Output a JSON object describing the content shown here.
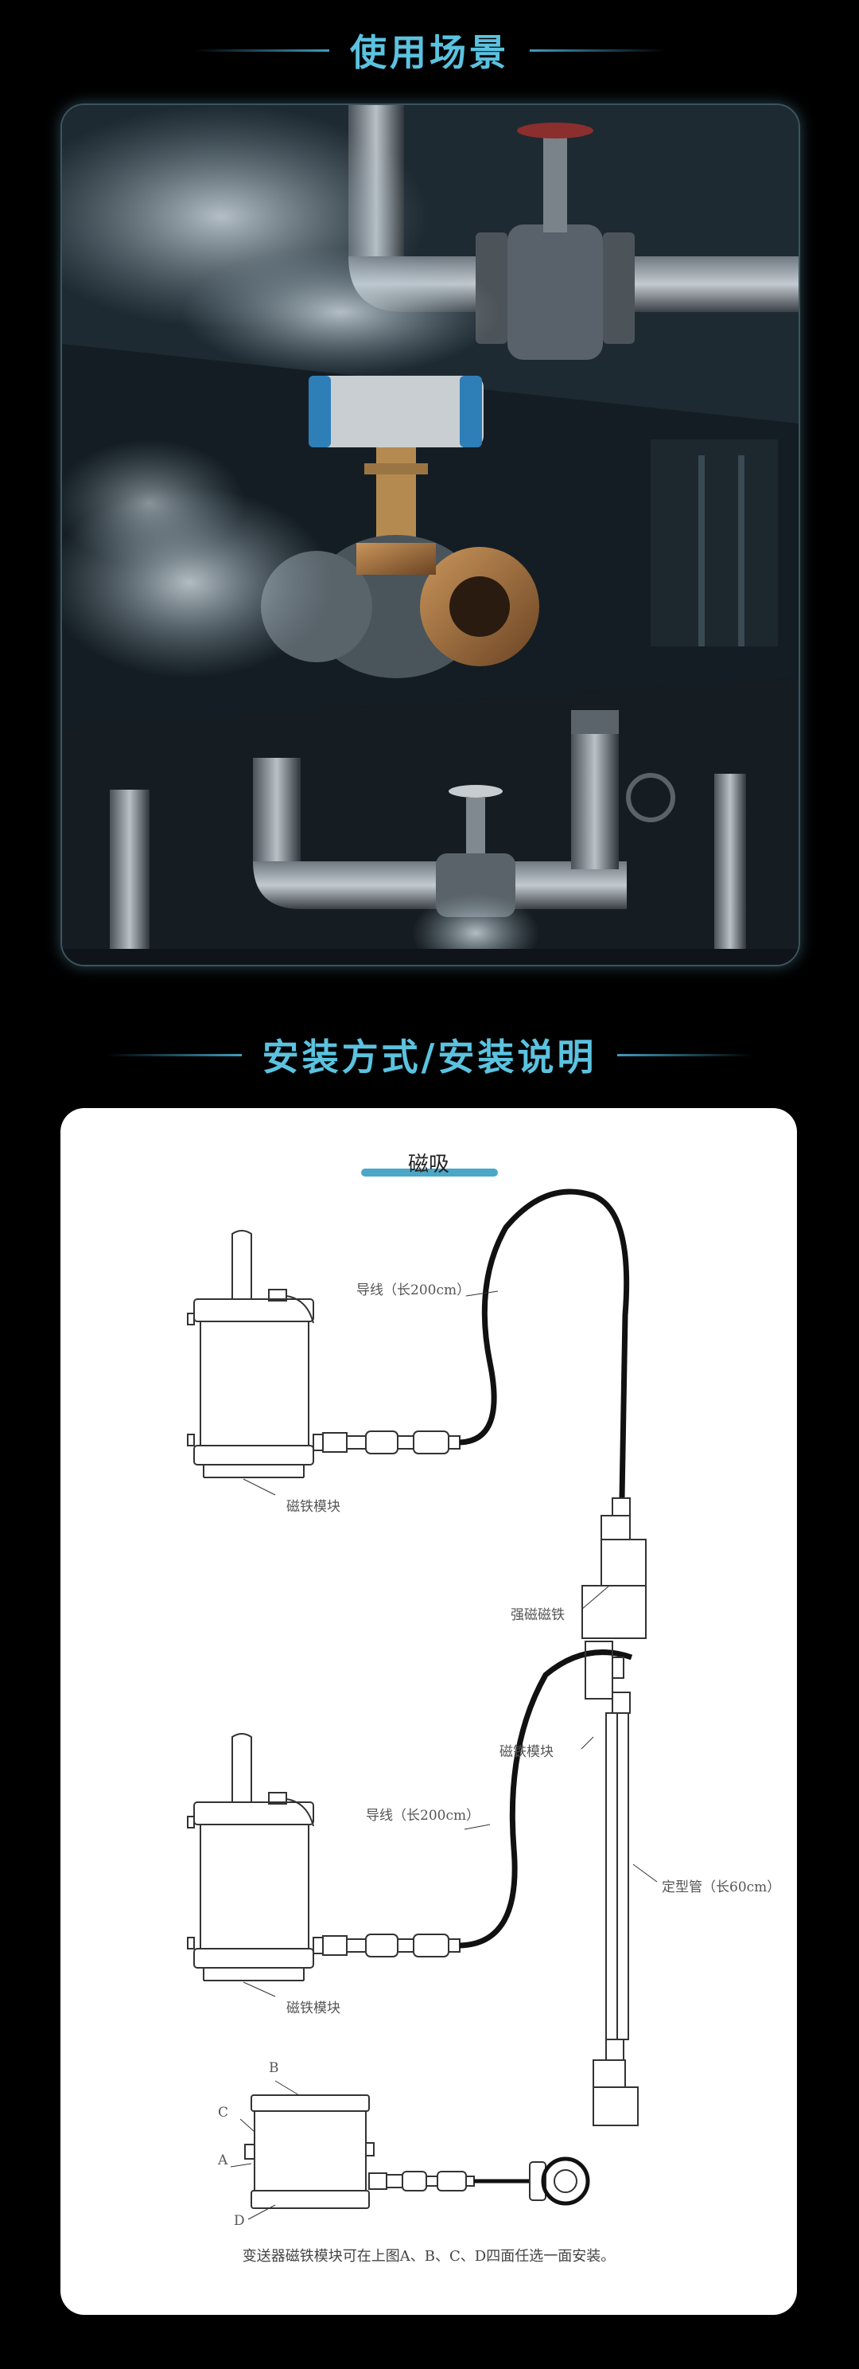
{
  "section_usage": {
    "title": "使用场景"
  },
  "section_install": {
    "title": "安装方式/安装说明"
  },
  "install_card": {
    "heading": "磁吸",
    "diagram1": {
      "wire_label": "导线（长200cm）",
      "module_label": "磁铁模块",
      "magnet_label": "强磁磁铁"
    },
    "diagram2": {
      "magnet_module_label": "磁铁模块",
      "wire_label": "导线（长200cm）",
      "tube_label": "定型管（长60cm）",
      "module_label": "磁铁模块"
    },
    "diagram3": {
      "face_a": "A",
      "face_b": "B",
      "face_c": "C",
      "face_d": "D"
    },
    "footnote": "变送器磁铁模块可在上图A、B、C、D四面任选一面安装。"
  }
}
